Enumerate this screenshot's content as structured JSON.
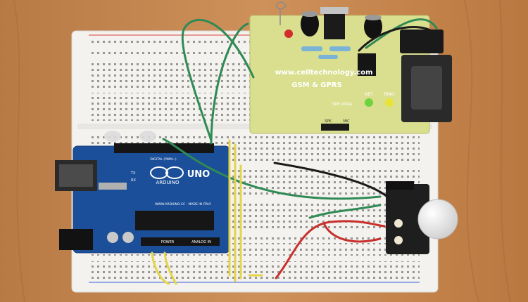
{
  "photo": {
    "breadboard_holes_rows": 4
  },
  "gsm_module": {
    "website": "www.celltechnology.com",
    "title": "GSM & GPRS",
    "model": "SIM 900A",
    "led_labels": [
      "NET",
      "RING"
    ],
    "header_labels": [
      "SPK",
      "MIC"
    ]
  },
  "arduino": {
    "brand": "ARDUINO",
    "model": "UNO",
    "labels": [
      "TX",
      "RX",
      "POWER",
      "ANALOG IN",
      "DIGITAL (PWM~)"
    ],
    "site": "WWW.ARDUINO.CC - MADE IN ITALY"
  },
  "colors": {
    "table": "#c98b52",
    "breadboard": "#f1f0ec",
    "gsm_pcb": "#d9df8e",
    "arduino_pcb": "#1c4f9a",
    "wire_green": "#2f8a55",
    "wire_red": "#c9302c",
    "wire_black": "#1b1b1b",
    "wire_yellow": "#e4d44a"
  }
}
